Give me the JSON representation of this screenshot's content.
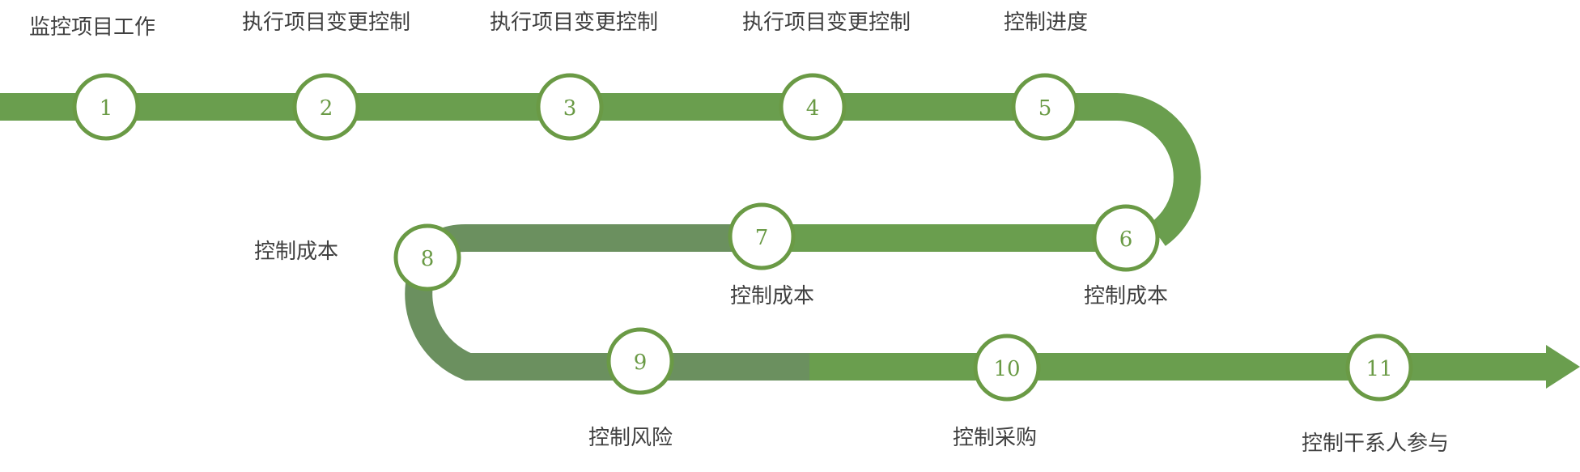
{
  "colors": {
    "track": "#6a9e4e",
    "track_dark": "#6b905f",
    "node_stroke": "#6a9a45",
    "node_fill": "#ffffff",
    "number_text": "#6a9a45",
    "label_text": "#404040"
  },
  "steps": [
    {
      "number": "1",
      "label": "监控项目工作"
    },
    {
      "number": "2",
      "label": "执行项目变更控制"
    },
    {
      "number": "3",
      "label": "执行项目变更控制"
    },
    {
      "number": "4",
      "label": "执行项目变更控制"
    },
    {
      "number": "5",
      "label": "控制进度"
    },
    {
      "number": "6",
      "label": "控制成本"
    },
    {
      "number": "7",
      "label": "控制成本"
    },
    {
      "number": "8",
      "label": "控制成本"
    },
    {
      "number": "9",
      "label": "控制风险"
    },
    {
      "number": "10",
      "label": "控制采购"
    },
    {
      "number": "11",
      "label": "控制干系人参与"
    }
  ]
}
